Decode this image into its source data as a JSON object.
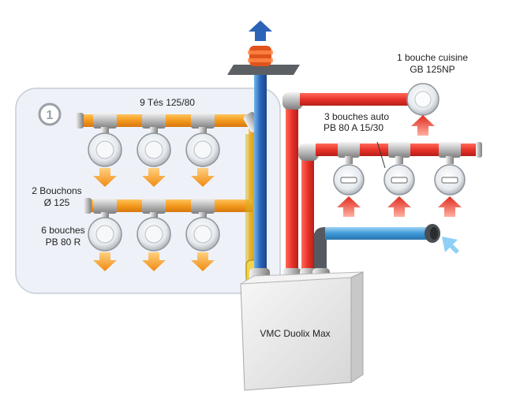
{
  "diagram": {
    "step_number": "1",
    "labels": {
      "tes": "9 Tés 125/80",
      "bouchons_line1": "2 Bouchons",
      "bouchons_line2": "Ø 125",
      "bouches_line1": "6 bouches",
      "bouches_line2": "PB 80 R",
      "cuisine_line1": "1 bouche cuisine",
      "cuisine_line2": "GB 125NP",
      "auto_line1": "3 bouches auto",
      "auto_line2": "PB 80 A 15/30",
      "unit": "VMC Duolix Max"
    },
    "colors": {
      "insufflation_duct": "#f39a1e",
      "extraction_duct": "#e8322a",
      "fresh_air_duct": "#3d9ad8",
      "exhaust_duct": "#2b63b8",
      "panel_background": "#eef2f8"
    },
    "icons": {
      "exhaust_arrow": "arrow-up-icon",
      "supply_flow": "arrow-down-icon",
      "extract_flow": "arrow-up-icon",
      "intake_flow": "arrow-diagonal-icon"
    }
  }
}
